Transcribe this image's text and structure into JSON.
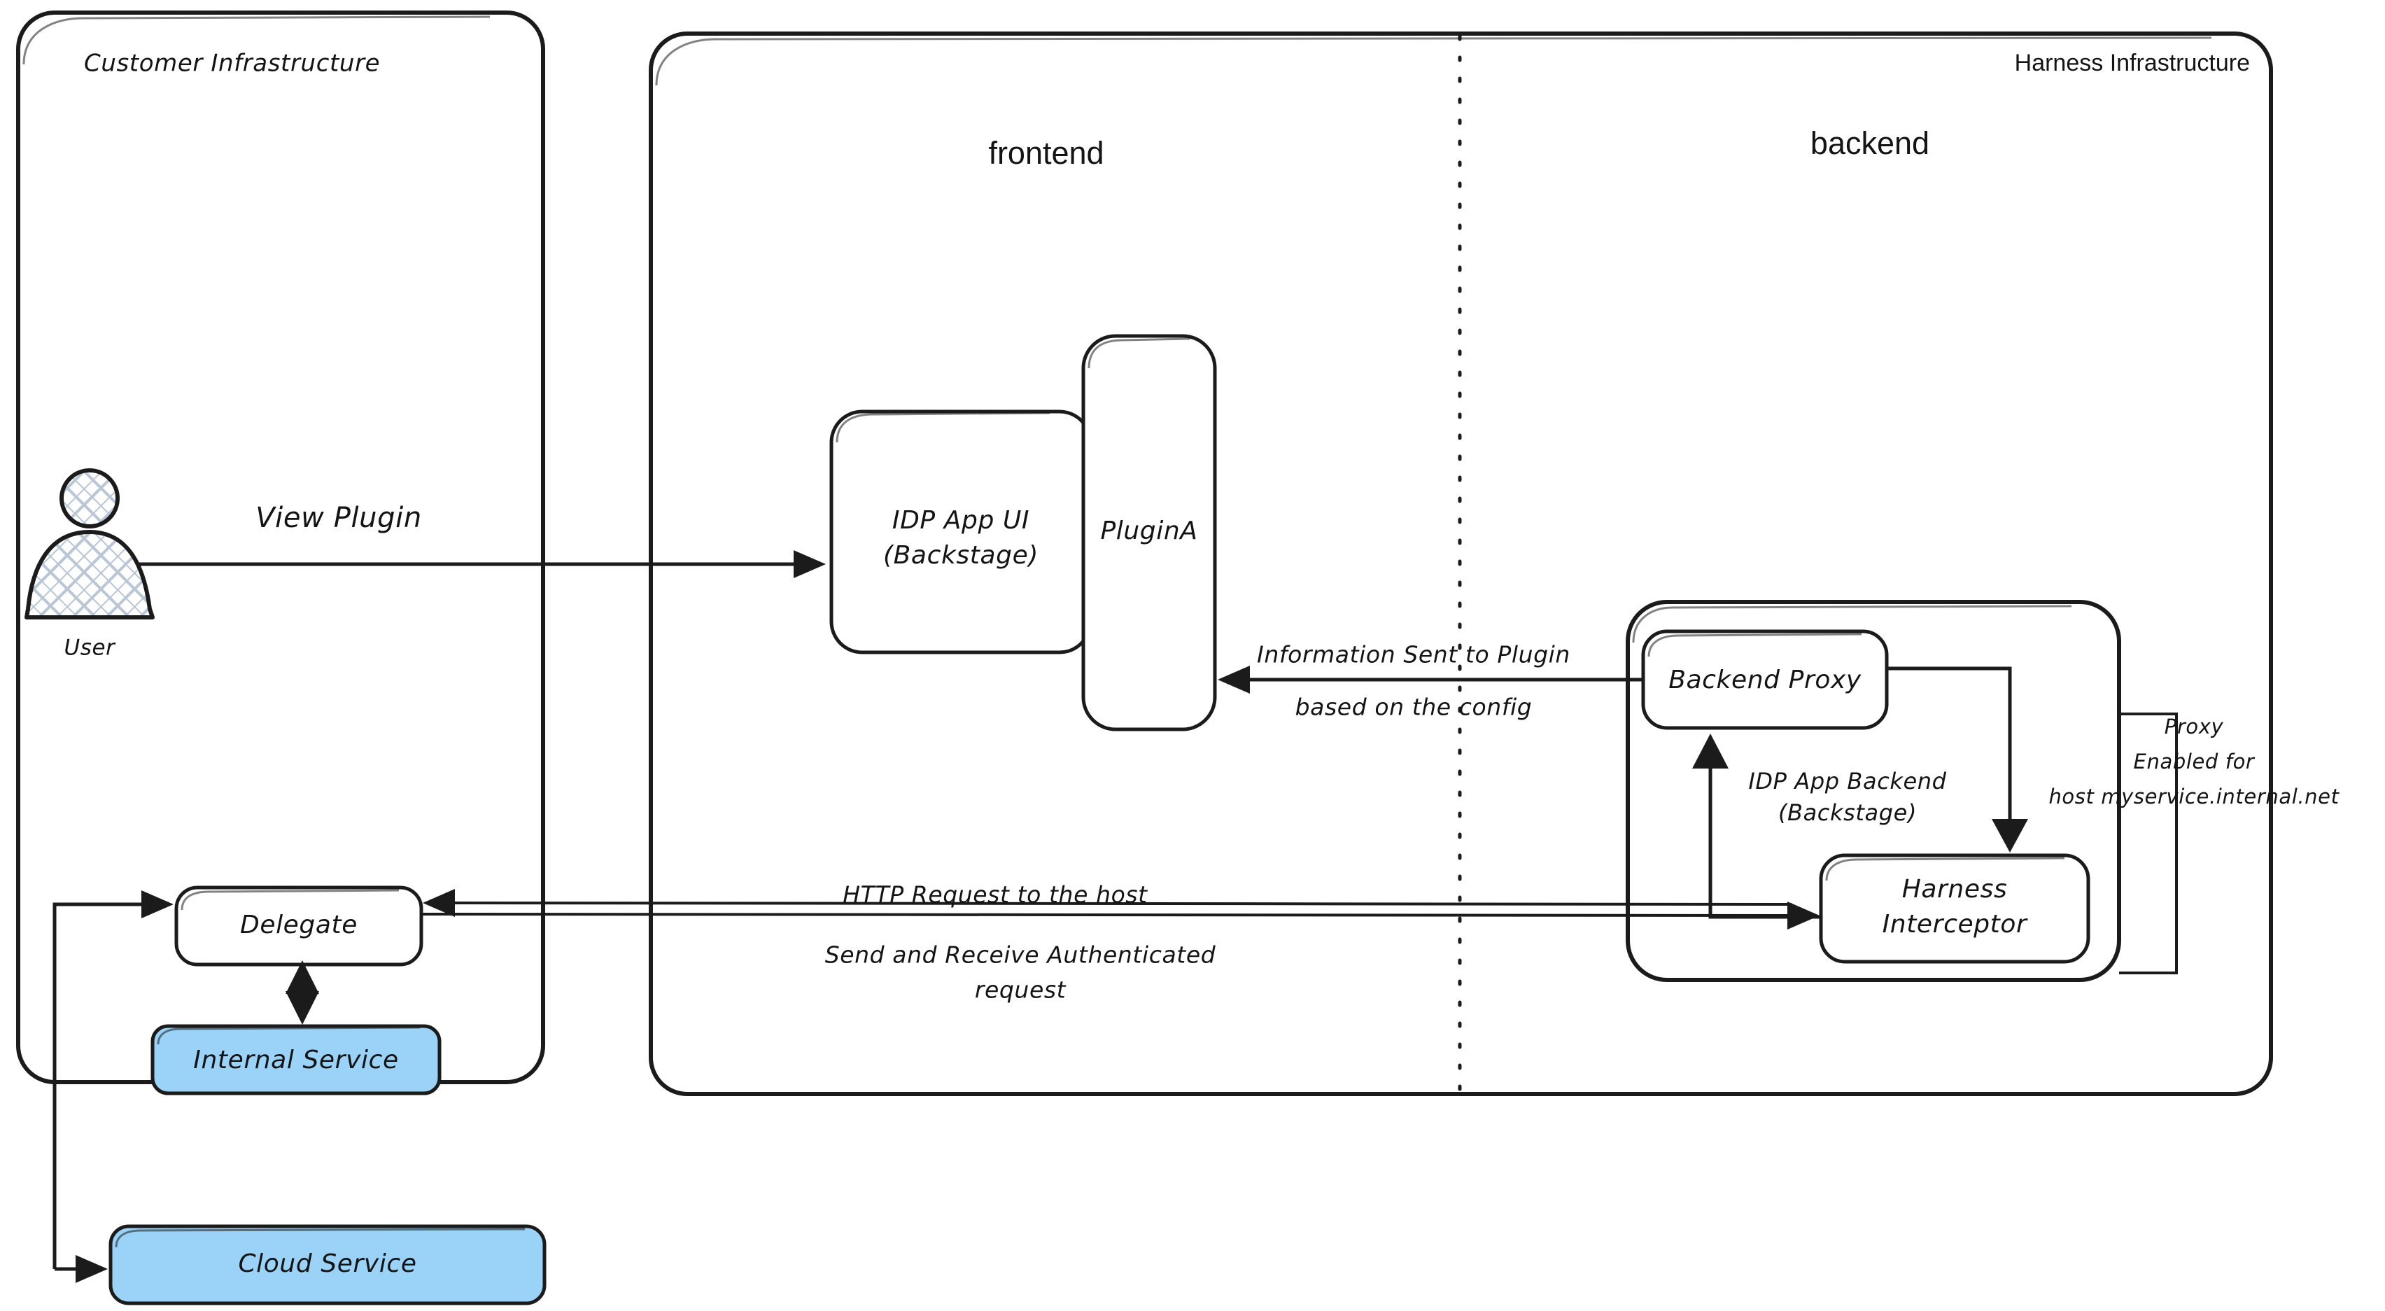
{
  "diagram": {
    "title": "Harness IDP Plugin Proxy Architecture",
    "background_color": "#ffffff",
    "stroke_color": "#1b1b1b",
    "accent_color": "#9ad3f7"
  },
  "containers": {
    "customer": {
      "label": "Customer Infrastructure"
    },
    "harness": {
      "label": "Harness Infrastructure"
    },
    "idp_backend": {
      "label_line1": "IDP App Backend",
      "label_line2": "(Backstage)"
    }
  },
  "zones": {
    "frontend": {
      "label": "frontend"
    },
    "backend": {
      "label": "backend"
    }
  },
  "nodes": {
    "user": {
      "label": "User",
      "icon": "user-actor-icon"
    },
    "idp_app_ui": {
      "label_line1": "IDP App UI",
      "label_line2": "(Backstage)"
    },
    "plugin_a": {
      "label": "PluginA"
    },
    "backend_proxy": {
      "label": "Backend Proxy"
    },
    "harness_interceptor": {
      "label_line1": "Harness",
      "label_line2": "Interceptor"
    },
    "delegate": {
      "label": "Delegate"
    },
    "internal_service": {
      "label": "Internal Service",
      "fill": "#9ad3f7"
    },
    "cloud_service": {
      "label": "Cloud Service",
      "fill": "#9ad3f7"
    }
  },
  "edges": {
    "view_plugin": {
      "label": "View Plugin"
    },
    "information_sent": {
      "label_line1": "Information Sent to Plugin",
      "label_line2": "based on the config"
    },
    "http_request": {
      "label_line1": "HTTP Request to the host",
      "label_line2": "Send and Receive Authenticated",
      "label_line3": "request"
    },
    "proxy_enabled": {
      "label_line1": "Proxy",
      "label_line2": "Enabled for",
      "label_line3": "host myservice.internal.net"
    }
  }
}
